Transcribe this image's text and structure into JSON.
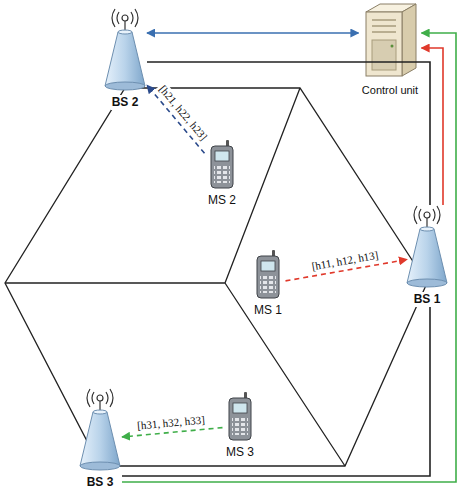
{
  "diagram": {
    "nodes": [
      {
        "text": [
          "Control unit"
        ]
      },
      {
        "text": [
          "BS 2"
        ]
      },
      {
        "text": [
          "MS 2"
        ]
      },
      {
        "text": [
          "MS 1"
        ]
      },
      {
        "text": [
          "BS 1"
        ]
      },
      {
        "text": [
          "MS 3"
        ]
      },
      {
        "text": [
          "BS 3"
        ]
      }
    ],
    "edges": [
      {
        "from": 1,
        "to": 0,
        "arrow": "both"
      },
      {
        "from": 2,
        "to": 1,
        "label": "[h21, h22, h23]",
        "arrow": "to"
      },
      {
        "from": 3,
        "to": 4,
        "label": "[h11, h12, h13]",
        "arrow": "to"
      },
      {
        "from": 4,
        "to": 0,
        "arrow": "to"
      },
      {
        "from": 5,
        "to": 6,
        "label": "[h31, h32, h33]",
        "arrow": "to"
      },
      {
        "from": 6,
        "to": 0,
        "arrow": "to"
      },
      {
        "from": 1,
        "to": 4,
        "arrow": "none"
      },
      {
        "from": 4,
        "to": 6,
        "arrow": "none"
      }
    ]
  }
}
